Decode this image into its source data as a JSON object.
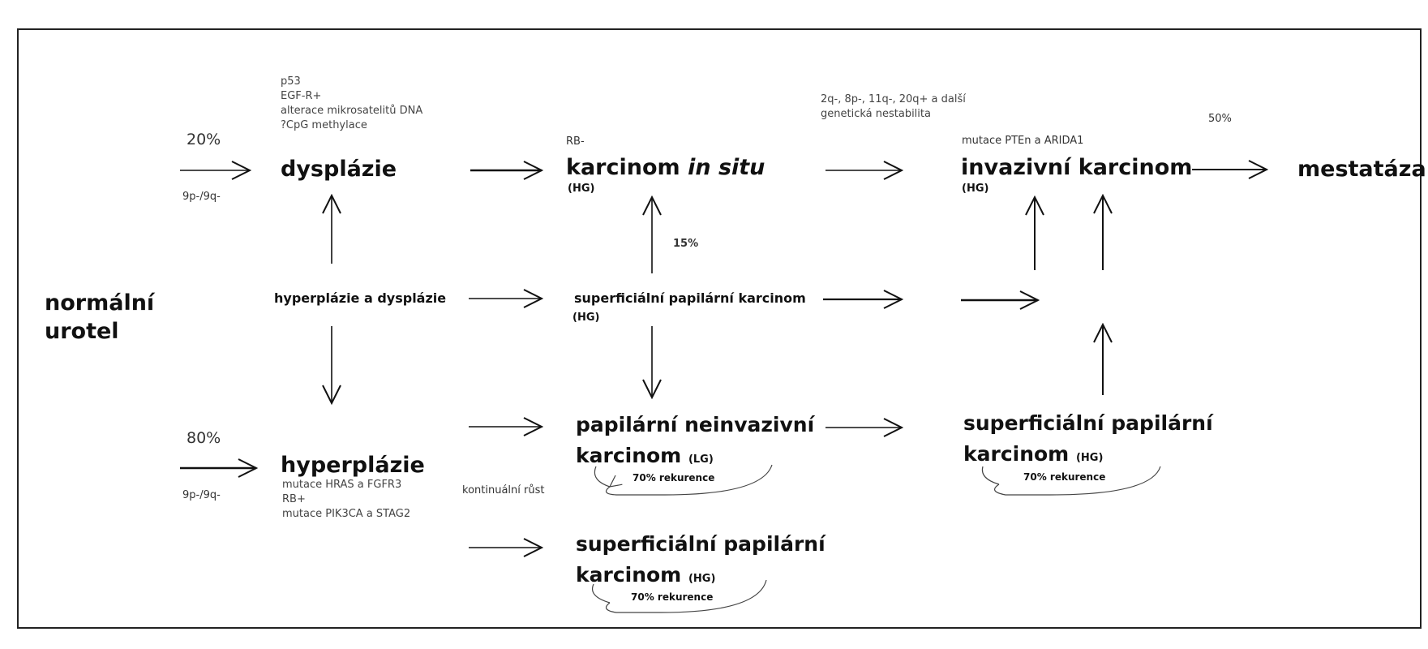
{
  "nodes": {
    "normal": [
      "normální",
      "urotel"
    ],
    "dysplazie": "dysplázie",
    "hyperplazie": "hyperplázie",
    "hyperplazie_dysplazie": "hyperplázie a dysplázie",
    "cis": "karcinom ",
    "cis_italic": "in situ",
    "cis_grade": "(HG)",
    "sup_pap_mid": "superficiální papilární karcinom",
    "sup_pap_mid_grade": "(HG)",
    "pap_neinv_1": "papilární neinvazivní",
    "pap_neinv_2": "karcinom ",
    "pap_neinv_grade": "(LG)",
    "sup_pap_low_1": "superficiální papilární",
    "sup_pap_low_2": "karcinom ",
    "sup_pap_low_grade": "(HG)",
    "sup_pap_right_1": "superficiální papilární",
    "sup_pap_right_2": "karcinom ",
    "sup_pap_right_grade": "(HG)",
    "invazivni": "invazivní karcinom",
    "invazivni_grade": "(HG)",
    "metastaza": "mestatáza"
  },
  "labels": {
    "pct_20": "20%",
    "pct_80": "80%",
    "pct_15": "15%",
    "pct_50": "50%",
    "loss_top": "9p-/9q-",
    "loss_bottom": "9p-/9q-",
    "dysplazie_markers": [
      "p53",
      "EGF-R+",
      "alterace mikrosatelitů DNA",
      "?CpG methylace"
    ],
    "hyperplazie_markers": [
      "mutace HRAS a FGFR3",
      "RB+",
      "mutace PIK3CA a STAG2"
    ],
    "rb_minus": "RB-",
    "chrom": [
      "2q-, 8p-, 11q-, 20q+ a další",
      "genetická nestabilita"
    ],
    "pten": "mutace PTEn a ARIDA1",
    "continual": "kontinuální růst",
    "recurrence_1": "70% rekurence",
    "recurrence_2": "70% rekurence",
    "recurrence_3": "70% rekurence"
  }
}
